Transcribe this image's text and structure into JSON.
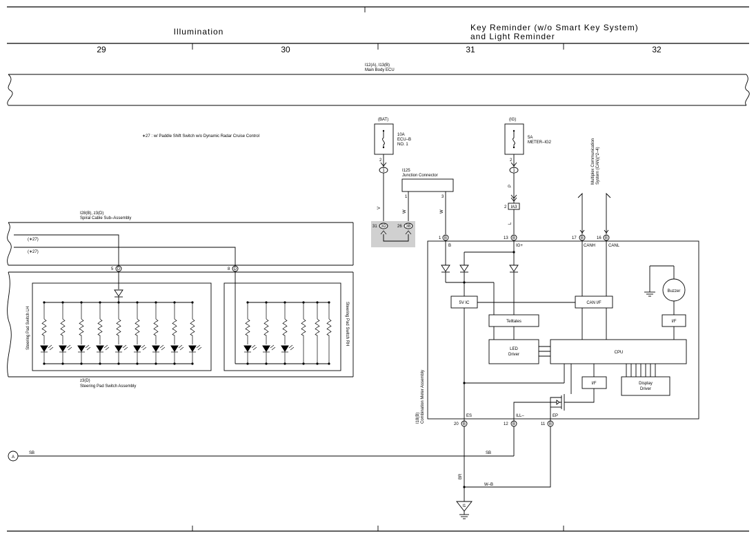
{
  "header": {
    "left_title": "Illumination",
    "right_title_line1": "Key Reminder (w/o Smart Key System)",
    "right_title_line2": "and Light Reminder",
    "columns": [
      "29",
      "30",
      "31",
      "32"
    ]
  },
  "ecu": {
    "codes": "I12(A), I13(B)",
    "name": "Main Body ECU"
  },
  "note": "∗27 : w/ Paddle Shift Switch w/o Dynamic Radar Cruise Control",
  "fuses": {
    "bat": {
      "source": "(BAT)",
      "rating": "10A",
      "name1": "ECU–B",
      "name2": "NO. 1",
      "pin": "2",
      "conn": "1"
    },
    "ig": {
      "source": "(IG)",
      "rating": "5A",
      "name1": "METER–IG2",
      "pin": "2",
      "conn": "1"
    }
  },
  "junction": {
    "code": "I125",
    "name": "Junction Connector",
    "pin1": "1",
    "pin3": "3"
  },
  "connectors": {
    "c31": "31",
    "c3d": "3D",
    "c26": "26",
    "c3b": "3B",
    "ia3_pin": "2",
    "ia3": "IA3"
  },
  "wires": {
    "v": "V",
    "w1": "W",
    "w2": "W",
    "p": "P",
    "l": "L",
    "sb1": "SB",
    "sb2": "SB",
    "br": "BR",
    "wb": "W–B"
  },
  "spiral": {
    "codes": "I28(B), z3(D)",
    "name": "Spiral Cable Sub–Assembly",
    "tag1": "(∗27)",
    "tag2": "(∗27)",
    "pin5": "5",
    "pin5c": "D",
    "pin8": "8",
    "pin8c": "D"
  },
  "steering": {
    "lh": "Steering Pad Switch LH",
    "rh": "Steering Pad Switch RH",
    "code": "z3(D)",
    "name": "Steering Pad Switch Assembly"
  },
  "meter": {
    "code": "I18(B)",
    "name": "Combination Meter Assembly",
    "pins_top": [
      {
        "num": "1",
        "conn": "B",
        "name": "B"
      },
      {
        "num": "13",
        "conn": "B",
        "name": "IG+"
      },
      {
        "num": "17",
        "conn": "B",
        "name": "CANH"
      },
      {
        "num": "16",
        "conn": "B",
        "name": "CANL"
      }
    ],
    "pins_bottom": [
      {
        "num": "20",
        "conn": "B",
        "name": "ES"
      },
      {
        "num": "12",
        "conn": "B",
        "name": "ILL–"
      },
      {
        "num": "11",
        "conn": "B",
        "name": "EP"
      }
    ],
    "blocks": {
      "vic": "5V IC",
      "can_if": "CAN I/F",
      "telltales": "Telltales",
      "led1": "LED",
      "led2": "Driver",
      "cpu": "CPU",
      "if1": "I/F",
      "if2": "I/F",
      "buzzer": "Buzzer",
      "disp1": "Display",
      "disp2": "Driver"
    }
  },
  "multiplex": {
    "line1": "Multiplex Communication",
    "line2": "System (CAN)(*2–4)"
  },
  "ground": {
    "ref": "A",
    "name": "I1"
  }
}
